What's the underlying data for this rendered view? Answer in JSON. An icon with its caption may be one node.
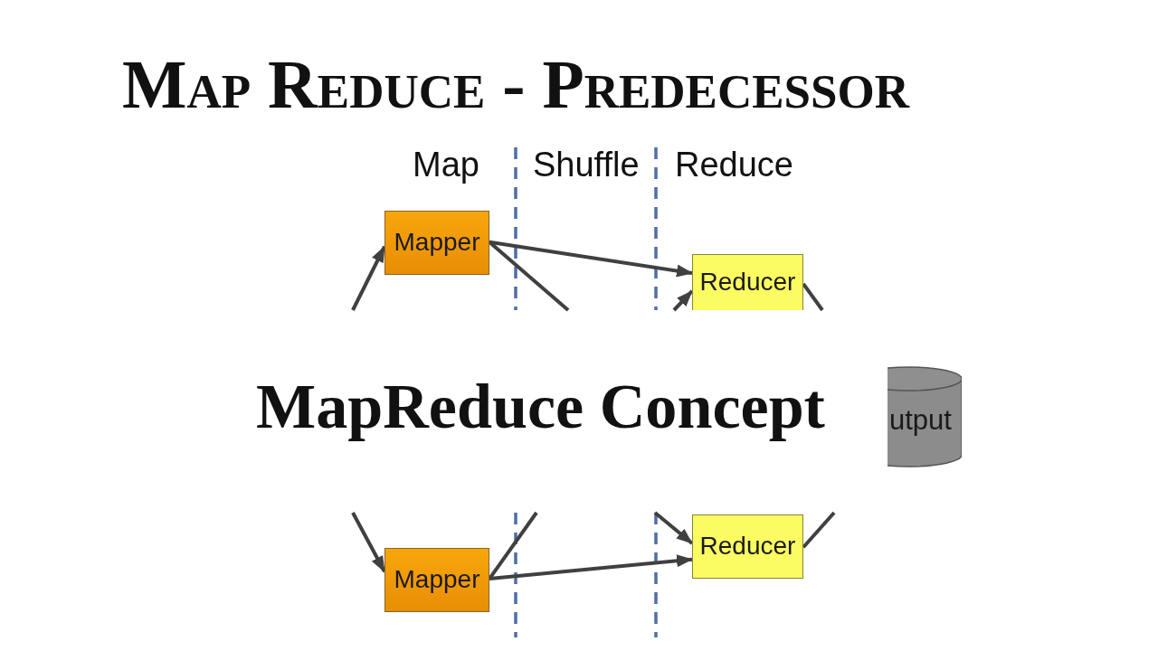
{
  "diagram": {
    "title": "Map Reduce - Predecessor",
    "nodes": [
      {
        "text": [
          "Mapper"
        ]
      },
      {
        "text": [
          "Reducer"
        ]
      },
      {
        "text": [
          "utput"
        ]
      },
      {
        "text": [
          "Mapper"
        ]
      },
      {
        "text": [
          "Reducer"
        ]
      }
    ],
    "edges": [
      {
        "from": null,
        "to": 0,
        "arrow": "to"
      },
      {
        "from": 0,
        "to": 1,
        "arrow": "to"
      },
      {
        "from": 0,
        "to": null,
        "arrow": "none"
      },
      {
        "from": null,
        "to": 1,
        "arrow": "to"
      },
      {
        "from": 1,
        "to": null,
        "arrow": "none"
      },
      {
        "from": null,
        "to": 3,
        "arrow": "to"
      },
      {
        "from": 3,
        "to": null,
        "arrow": "none"
      },
      {
        "from": 3,
        "to": 4,
        "arrow": "to"
      },
      {
        "from": null,
        "to": 4,
        "arrow": "to"
      },
      {
        "from": 4,
        "to": null,
        "arrow": "none"
      }
    ],
    "labels": [
      "Map",
      "Shuffle",
      "Reduce",
      "MapReduce Concept"
    ]
  }
}
